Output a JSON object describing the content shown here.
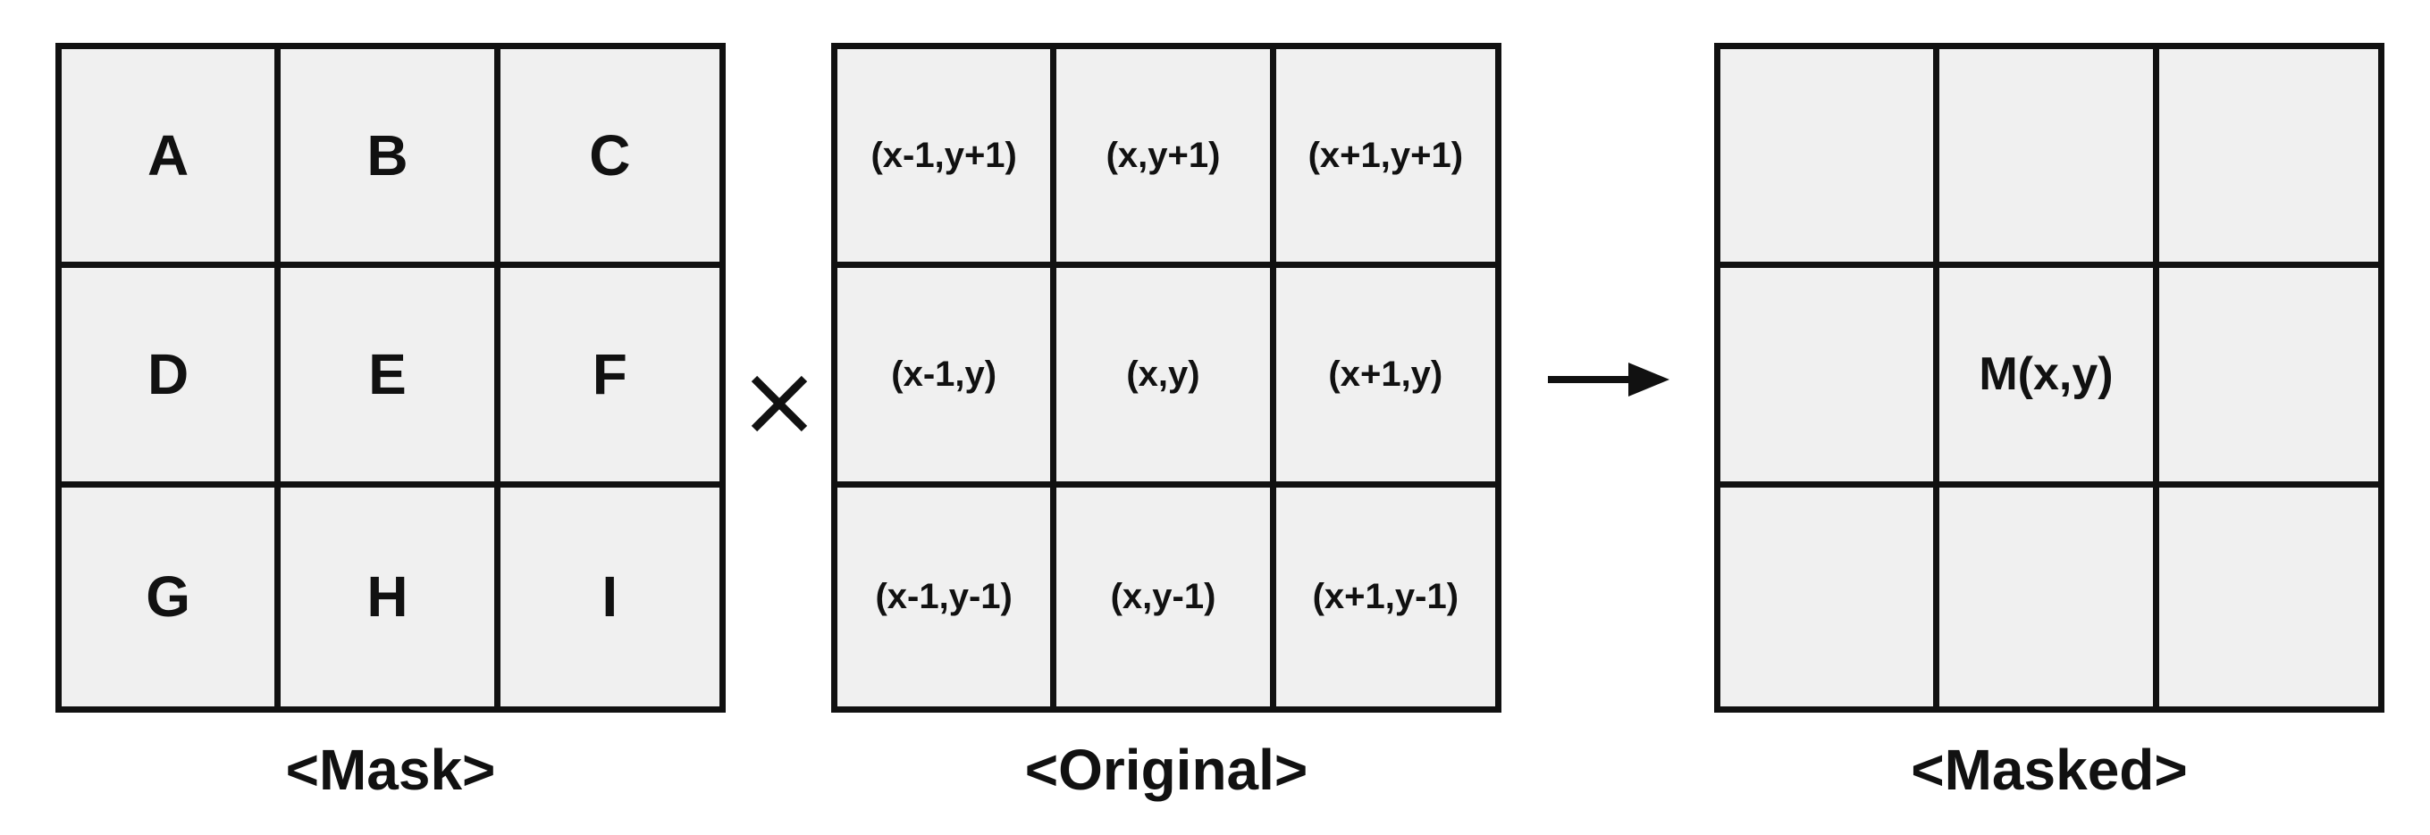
{
  "mask": {
    "caption": "<Mask>",
    "cells": [
      "A",
      "B",
      "C",
      "D",
      "E",
      "F",
      "G",
      "H",
      "I"
    ]
  },
  "original": {
    "caption": "<Original>",
    "cells": [
      "(x-1,y+1)",
      "(x,y+1)",
      "(x+1,y+1)",
      "(x-1,y)",
      "(x,y)",
      "(x+1,y)",
      "(x-1,y-1)",
      "(x,y-1)",
      "(x+1,y-1)"
    ]
  },
  "masked": {
    "caption": "<Masked>",
    "cells": [
      "",
      "",
      "",
      "",
      "M(x,y)",
      "",
      "",
      "",
      ""
    ]
  },
  "operators": {
    "multiply_icon": "times-icon",
    "result_icon": "arrow-right-icon"
  },
  "colors": {
    "cell_fill": "#f0f0f0",
    "line": "#111111",
    "background": "#ffffff"
  }
}
